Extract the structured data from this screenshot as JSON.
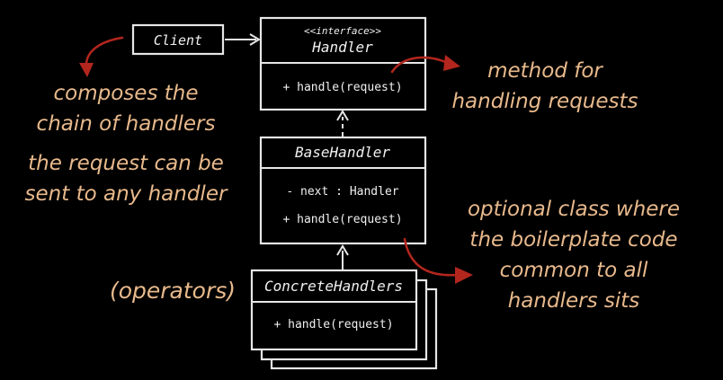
{
  "client": {
    "label": "Client"
  },
  "handler": {
    "stereotype": "<<interface>>",
    "name": "Handler",
    "method": "+ handle(request)"
  },
  "base_handler": {
    "name": "BaseHandler",
    "field": "- next : Handler",
    "method": "+ handle(request)"
  },
  "concrete_handlers": {
    "name": "ConcreteHandlers",
    "method": "+ handle(request)"
  },
  "notes": {
    "composes": [
      "composes the",
      "chain of handlers"
    ],
    "request": [
      "the request can be",
      "sent to any handler"
    ],
    "operators": "(operators)",
    "method_for": [
      "method for",
      "handling requests"
    ],
    "optional": [
      "optional class where",
      "the boilerplate code",
      "common to all",
      "handlers sits"
    ]
  },
  "colors": {
    "background": "#000000",
    "line": "#e6e6e6",
    "annotation": "#e8b98c",
    "accent_arrow": "#b3261e"
  }
}
